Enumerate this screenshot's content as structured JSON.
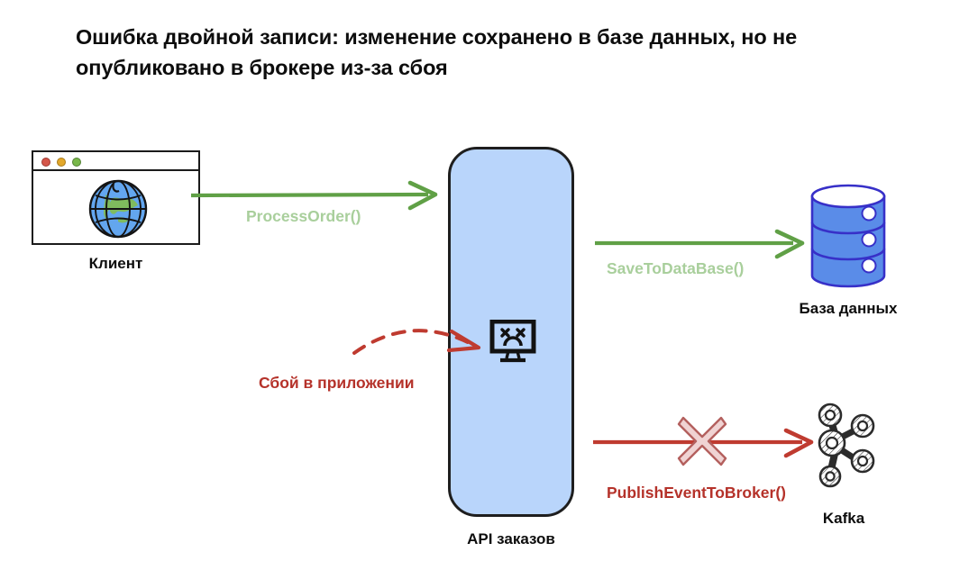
{
  "title": "Ошибка двойной записи: изменение сохранено в базе данных, но не опубликовано в брокере из-за сбоя",
  "nodes": {
    "client": {
      "label": "Клиент",
      "icon": "globe-icon",
      "window_dots": [
        "red",
        "yellow",
        "green"
      ]
    },
    "api": {
      "label": "API заказов",
      "icon": "crash-monitor-icon",
      "fill_color": "#b9d5fb"
    },
    "database": {
      "label": "База данных",
      "icon": "database-cylinder-icon",
      "fill_color": "#5a8ce8"
    },
    "kafka": {
      "label": "Kafka",
      "icon": "kafka-logo-icon"
    }
  },
  "edges": {
    "process_order": {
      "label": "ProcessOrder()",
      "color": "#60a046",
      "label_color": "#a9cf9c",
      "style": "solid",
      "from": "client",
      "to": "api"
    },
    "save_to_database": {
      "label": "SaveToDataBase()",
      "color": "#60a046",
      "label_color": "#a9cf9c",
      "style": "solid",
      "from": "api",
      "to": "database"
    },
    "publish_event_to_broker": {
      "label": "PublishEventToBroker()",
      "color": "#bf3b30",
      "label_color": "#b5322a",
      "style": "solid",
      "from": "api",
      "to": "kafka",
      "blocked": true,
      "block_marker": "x-cross-icon"
    },
    "app_failure": {
      "label": "Сбой в приложении",
      "color": "#bf3b30",
      "label_color": "#b5322a",
      "style": "dashed",
      "to": "api"
    }
  },
  "colors": {
    "green_arrow": "#60a046",
    "green_label": "#a9cf9c",
    "red": "#bf3b30",
    "api_blue": "#b9d5fb",
    "db_blue": "#5a8ce8",
    "x_fill": "#f0d3d3",
    "x_stroke": "#b4605e",
    "ink": "#0d0d0d"
  }
}
